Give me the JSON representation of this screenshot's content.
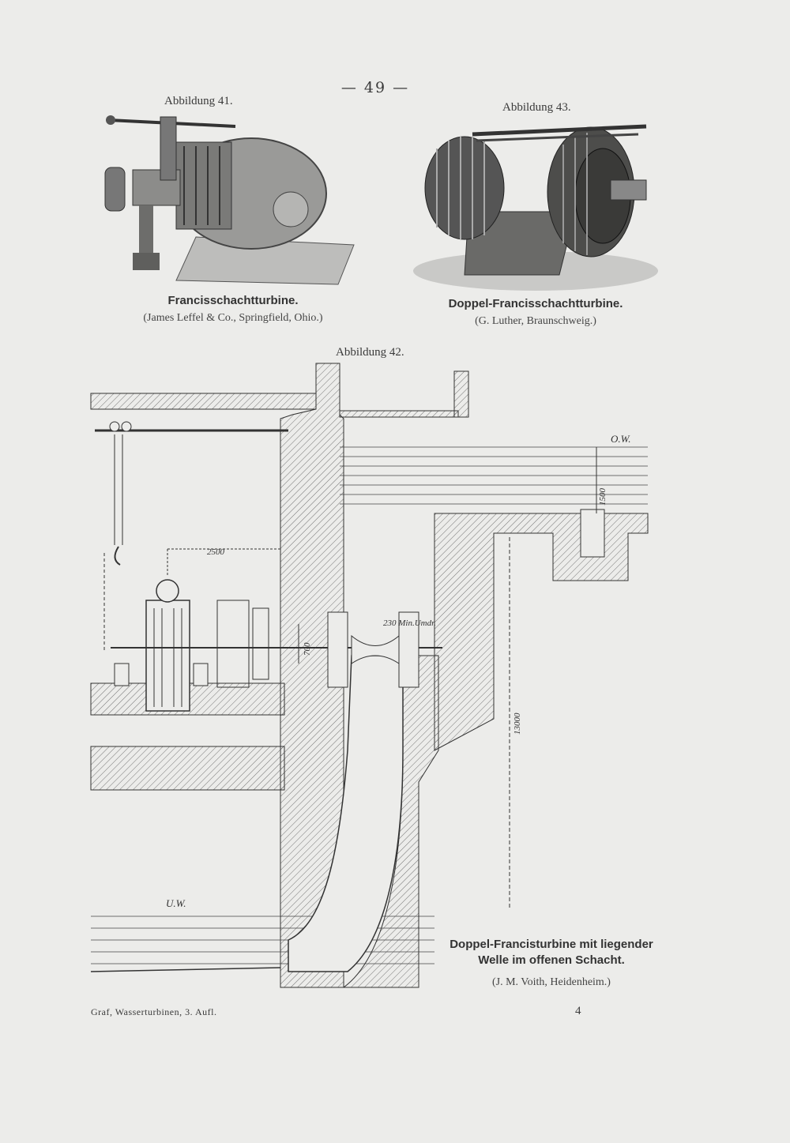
{
  "page_number": "— 49 —",
  "figures": {
    "fig41": {
      "label": "Abbildung 41.",
      "title": "Francisschachtturbine.",
      "credit": "(James Leffel & Co., Springfield, Ohio.)"
    },
    "fig43": {
      "label": "Abbildung 43.",
      "title": "Doppel-Francisschachtturbine.",
      "credit": "(G. Luther, Braunschweig.)"
    },
    "fig42": {
      "label": "Abbildung 42.",
      "title_line1": "Doppel-Francisturbine mit liegender",
      "title_line2": "Welle im offenen Schacht.",
      "credit": "(J. M. Voith, Heidenheim.)",
      "annotations": {
        "ow": "O.W.",
        "uw": "U.W.",
        "dim_2500": "2500",
        "dim_1500": "1500",
        "dim_700": "700",
        "dim_13000": "13000",
        "rpm": "230 Min.Umdr."
      }
    }
  },
  "footer": {
    "left": "Graf, Wasserturbinen, 3. Aufl.",
    "right": "4"
  }
}
